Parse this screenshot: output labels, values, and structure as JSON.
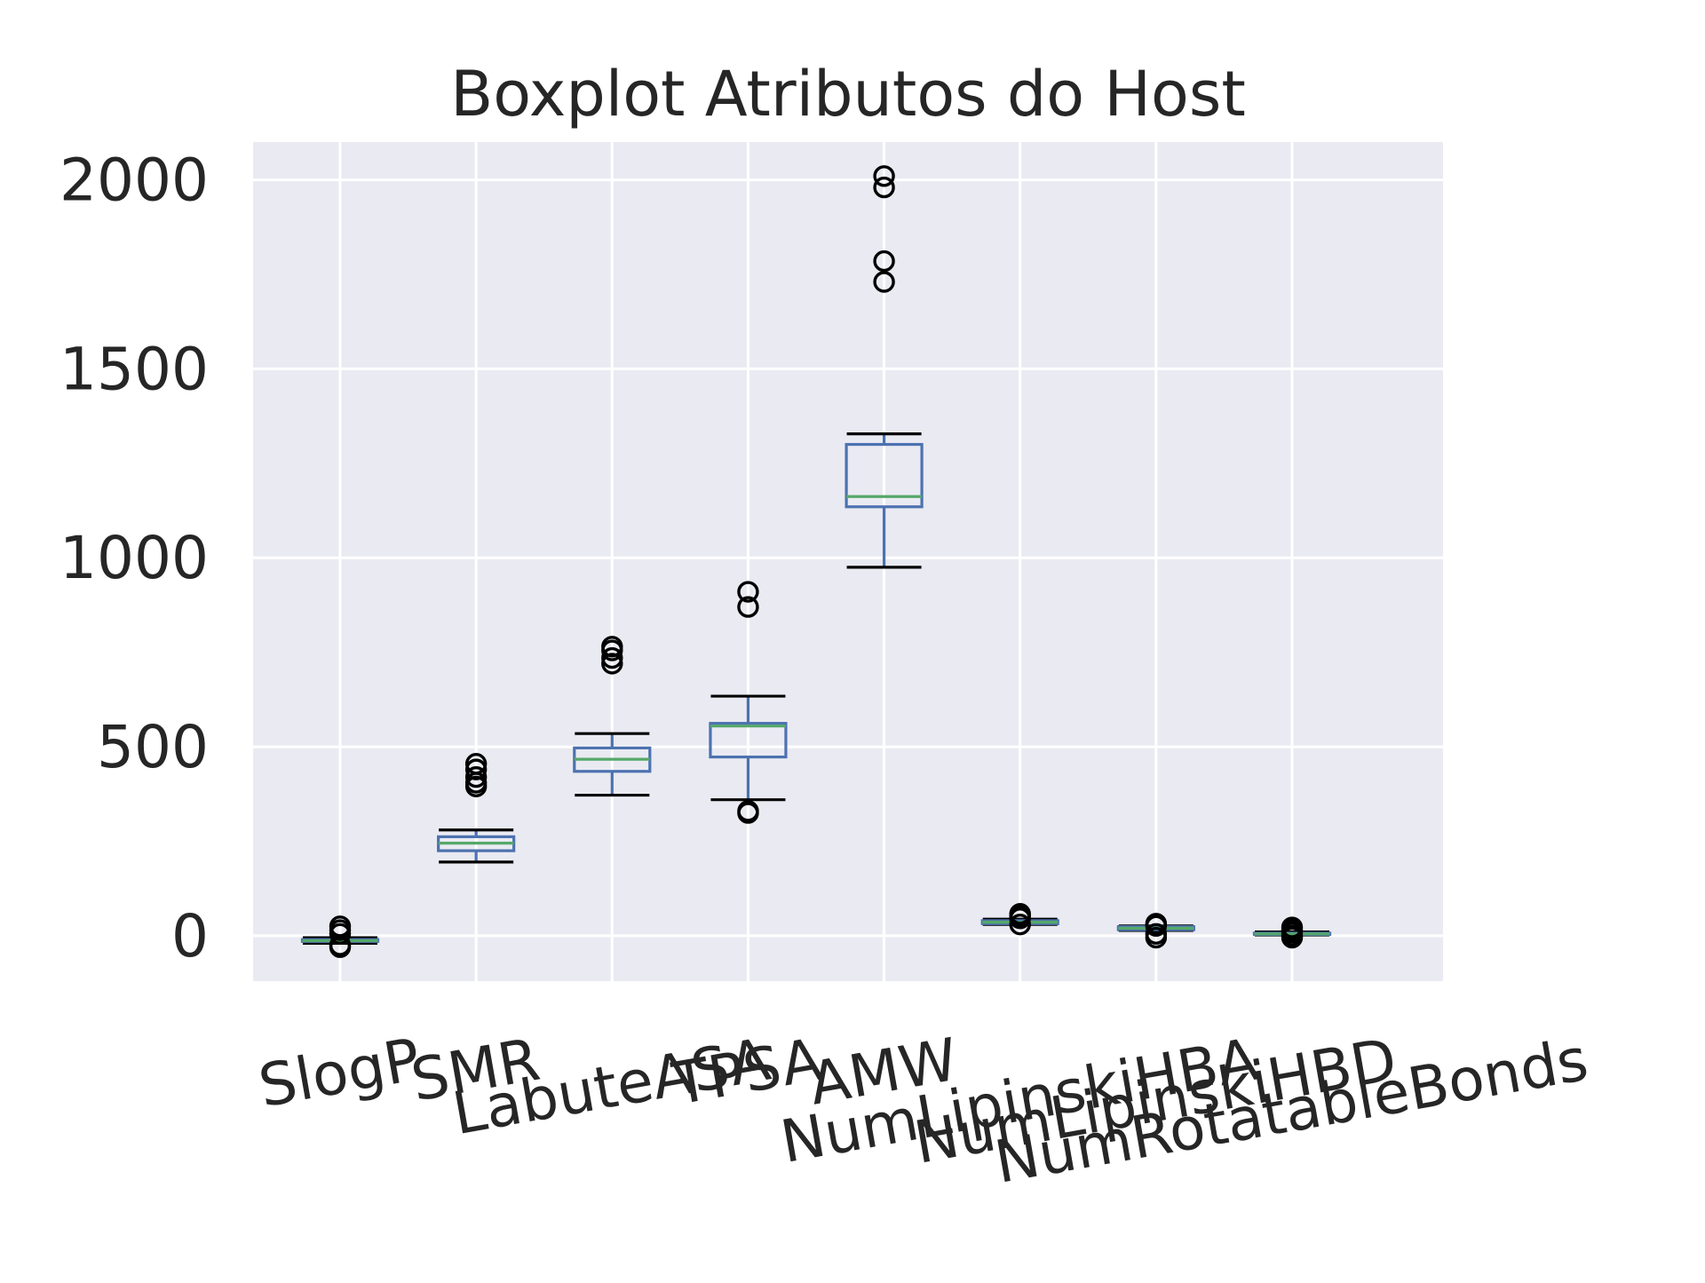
{
  "chart_data": {
    "type": "boxplot",
    "title": "Boxplot Atributos do Host",
    "xlabel": "",
    "ylabel": "",
    "ylim": [
      -120,
      2100
    ],
    "yticks": [
      0,
      500,
      1000,
      1500,
      2000
    ],
    "grid": true,
    "background": "#eaeaf2",
    "colors": {
      "box": "#4c72b0",
      "median": "#55a868",
      "cap": "#000000",
      "flier": "#000000",
      "grid": "#ffffff"
    },
    "categories": [
      "SlogP",
      "SMR",
      "LabuteASA",
      "TPSA",
      "AMW",
      "NumLipinskiHBA",
      "NumLipinskiHBD",
      "NumRotatableBonds"
    ],
    "boxes": [
      {
        "label": "SlogP",
        "whislo": -20,
        "q1": -15,
        "med": -13,
        "q3": -10,
        "whishi": -5,
        "fliers": [
          25,
          15,
          5,
          -25,
          -30
        ]
      },
      {
        "label": "SMR",
        "whislo": 195,
        "q1": 225,
        "med": 245,
        "q3": 262,
        "whishi": 280,
        "fliers": [
          455,
          440,
          420,
          405,
          395
        ]
      },
      {
        "label": "LabuteASA",
        "whislo": 372,
        "q1": 435,
        "med": 467,
        "q3": 497,
        "whishi": 535,
        "fliers": [
          765,
          755,
          735,
          720
        ]
      },
      {
        "label": "TPSA",
        "whislo": 360,
        "q1": 473,
        "med": 555,
        "q3": 562,
        "whishi": 634,
        "fliers": [
          910,
          870,
          330,
          325
        ]
      },
      {
        "label": "AMW",
        "whislo": 975,
        "q1": 1135,
        "med": 1162,
        "q3": 1300,
        "whishi": 1328,
        "fliers": [
          2010,
          1980,
          1785,
          1730
        ]
      },
      {
        "label": "NumLipinskiHBA",
        "whislo": 30,
        "q1": 32,
        "med": 36,
        "q3": 40,
        "whishi": 44,
        "fliers": [
          58,
          52,
          46,
          30
        ]
      },
      {
        "label": "NumLipinskiHBD",
        "whislo": 14,
        "q1": 16,
        "med": 20,
        "q3": 24,
        "whishi": 26,
        "fliers": [
          32,
          26,
          5,
          -5
        ]
      },
      {
        "label": "NumRotatableBonds",
        "whislo": 2,
        "q1": 4,
        "med": 5,
        "q3": 7,
        "whishi": 10,
        "fliers": [
          22,
          15,
          8,
          0,
          -5
        ]
      }
    ]
  }
}
